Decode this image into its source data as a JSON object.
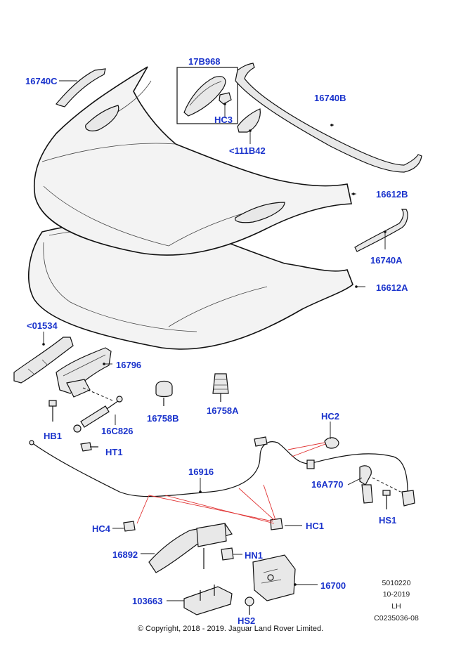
{
  "labels": {
    "l16740c": "16740C",
    "l17b968": "17B968",
    "lhc3": "HC3",
    "l111b42": "<111B42",
    "l16740b": "16740B",
    "l16612b": "16612B",
    "l16740a": "16740A",
    "l16612a": "16612A",
    "l01534": "<01534",
    "l16796": "16796",
    "lhb1": "HB1",
    "l16c826": "16C826",
    "l16758b": "16758B",
    "l16758a": "16758A",
    "lht1": "HT1",
    "lhc2": "HC2",
    "l16916": "16916",
    "l16a770": "16A770",
    "lhs1": "HS1",
    "lhc4": "HC4",
    "lhc1": "HC1",
    "l16892": "16892",
    "lhn1": "HN1",
    "l16700": "16700",
    "l103663": "103663",
    "lhs2": "HS2"
  },
  "meta": {
    "code": "5010220",
    "date": "10-2019",
    "side": "LH",
    "ref": "C0235036-08"
  },
  "copyright": "© Copyright, 2018 - 2019. Jaguar Land Rover Limited.",
  "colors": {
    "label": "#1a33cc",
    "leader": "#111111",
    "red_leader": "#e03030"
  }
}
